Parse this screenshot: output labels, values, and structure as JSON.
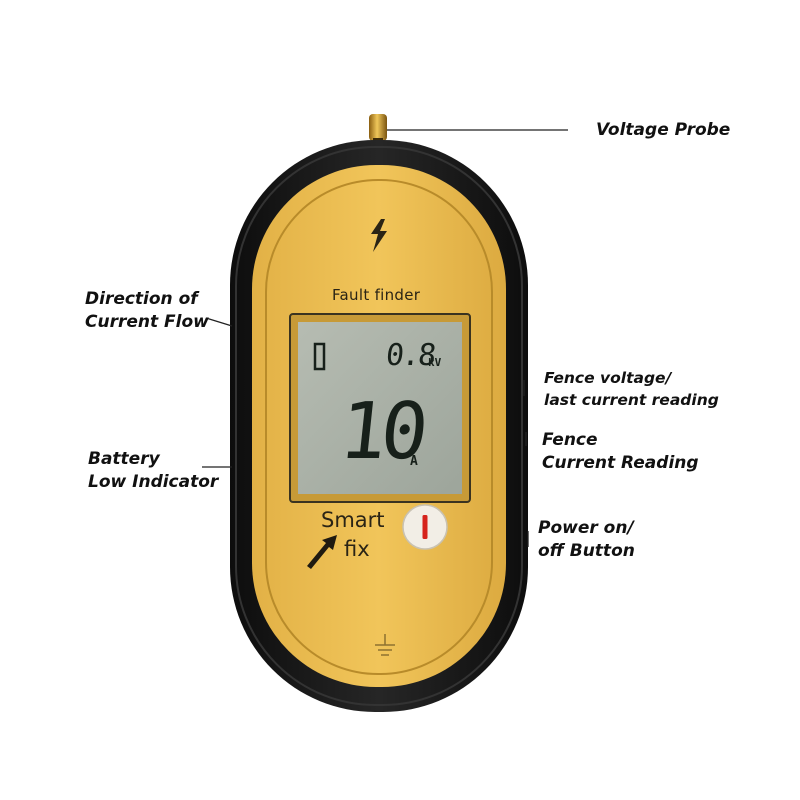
{
  "device": {
    "label": "Fault finder",
    "brand_line1": "Smart",
    "brand_line2": "fix",
    "colors": {
      "body": "#e8b94c",
      "bumper": "#151515",
      "lcd": "#a9b0a6",
      "button_mark": "#d6231c"
    },
    "icons": [
      "lightning-icon",
      "battery-icon",
      "ground-symbol-icon",
      "power-button-icon"
    ]
  },
  "display": {
    "voltage_value": "0.8",
    "voltage_unit": "kV",
    "current_value": "10",
    "current_unit": "A"
  },
  "callouts": {
    "voltage_probe": [
      "Voltage Probe"
    ],
    "direction": [
      "Direction of",
      "Current Flow"
    ],
    "battery": [
      "Battery",
      "Low Indicator"
    ],
    "fence_voltage": [
      "Fence voltage/",
      "last current reading"
    ],
    "fence_current": [
      "Fence",
      "Current Reading"
    ],
    "power_button": [
      "Power on/",
      "off Button"
    ]
  }
}
